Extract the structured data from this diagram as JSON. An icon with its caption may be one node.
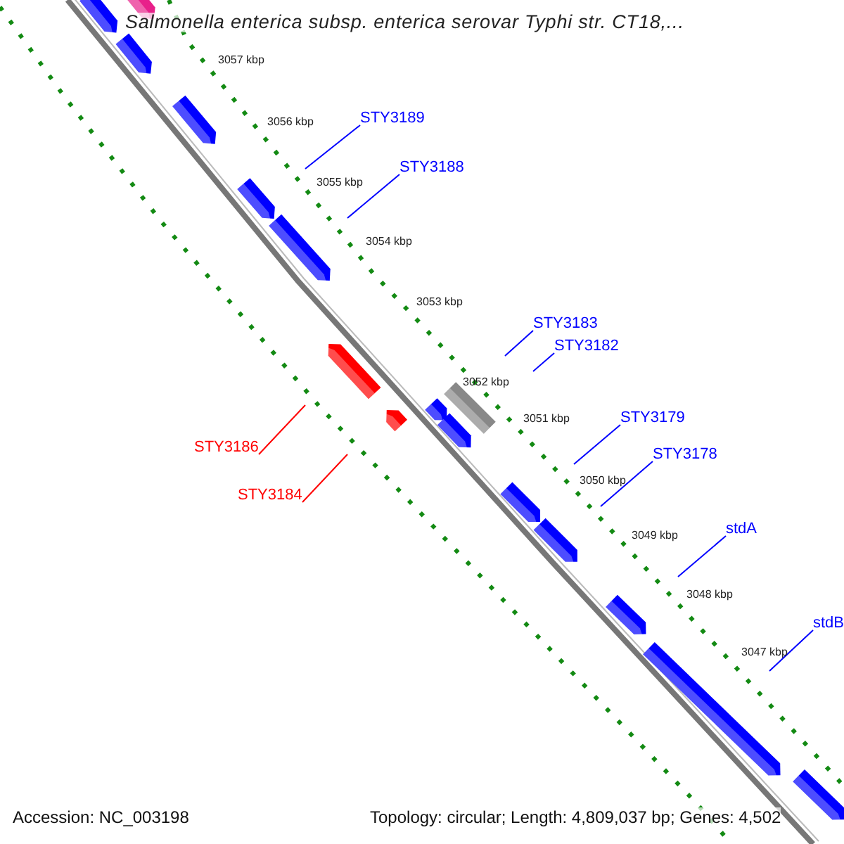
{
  "diagram": {
    "title": "Salmonella enterica subsp. enterica serovar Typhi str. CT18,...",
    "nodes": [
      {
        "text": [
          "STY3189"
        ]
      },
      {
        "text": [
          "STY3188"
        ]
      },
      {
        "text": [
          "STY3183"
        ]
      },
      {
        "text": [
          "STY3182"
        ]
      },
      {
        "text": [
          "STY3186"
        ]
      },
      {
        "text": [
          "STY3179"
        ]
      },
      {
        "text": [
          "STY3184"
        ]
      },
      {
        "text": [
          "STY3178"
        ]
      },
      {
        "text": [
          "stdA"
        ]
      },
      {
        "text": [
          "stdB"
        ]
      }
    ],
    "edges": [
      {
        "from": 0,
        "to": null,
        "arrow": "none"
      },
      {
        "from": 1,
        "to": null,
        "arrow": "none"
      },
      {
        "from": 2,
        "to": null,
        "arrow": "none"
      },
      {
        "from": 3,
        "to": null,
        "arrow": "none"
      },
      {
        "from": 4,
        "to": null,
        "arrow": "none",
        "color": "#ff0000"
      },
      {
        "from": 5,
        "to": null,
        "arrow": "none"
      },
      {
        "from": 6,
        "to": null,
        "arrow": "none",
        "color": "#ff0000"
      },
      {
        "from": 7,
        "to": null,
        "arrow": "none"
      },
      {
        "from": 8,
        "to": null,
        "arrow": "none"
      },
      {
        "from": 9,
        "to": null,
        "arrow": "none"
      }
    ],
    "labels": [
      "3057 kbp",
      "3056 kbp",
      "3055 kbp",
      "3054 kbp",
      "3053 kbp",
      "3052 kbp",
      "3051 kbp",
      "3050 kbp",
      "3049 kbp",
      "3048 kbp",
      "3047 kbp",
      "Accession: NC_003198",
      "Topology: circular; Length: 4,809,037 bp; Genes: 4,502"
    ]
  }
}
